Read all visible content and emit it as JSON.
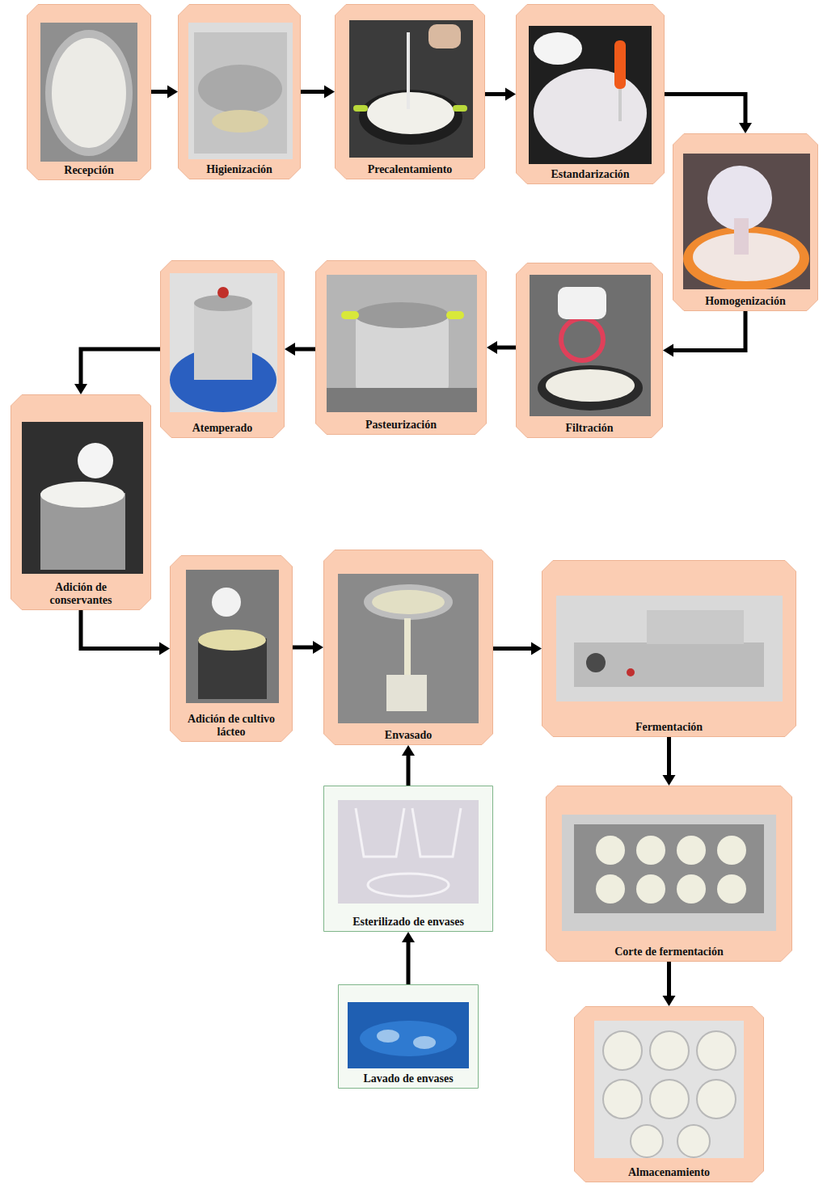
{
  "diagram": {
    "nodes": [
      {
        "text": [
          "Recepción"
        ]
      },
      {
        "text": [
          "Higienización"
        ]
      },
      {
        "text": [
          "Precalentamiento"
        ]
      },
      {
        "text": [
          "Estandarización"
        ]
      },
      {
        "text": [
          "Homogenización"
        ]
      },
      {
        "text": [
          "Filtración"
        ]
      },
      {
        "text": [
          "Pasteurización"
        ]
      },
      {
        "text": [
          "Atemperado"
        ]
      },
      {
        "text": [
          "Adición de conservantes"
        ]
      },
      {
        "text": [
          "Adición de cultivo lácteo"
        ]
      },
      {
        "text": [
          "Envasado"
        ]
      },
      {
        "text": [
          "Fermentación"
        ]
      },
      {
        "text": [
          "Corte de fermentación"
        ]
      },
      {
        "text": [
          "Almacenamiento"
        ]
      },
      {
        "text": [
          "Lavado de envases"
        ]
      },
      {
        "text": [
          "Esterilizado de envases"
        ]
      }
    ],
    "edges": [
      {
        "from": 0,
        "to": 1,
        "arrow": "to"
      },
      {
        "from": 1,
        "to": 2,
        "arrow": "to"
      },
      {
        "from": 2,
        "to": 3,
        "arrow": "to"
      },
      {
        "from": 3,
        "to": 4,
        "arrow": "to"
      },
      {
        "from": 4,
        "to": 5,
        "arrow": "to"
      },
      {
        "from": 5,
        "to": 6,
        "arrow": "to"
      },
      {
        "from": 6,
        "to": 7,
        "arrow": "to"
      },
      {
        "from": 7,
        "to": 8,
        "arrow": "to"
      },
      {
        "from": 8,
        "to": 9,
        "arrow": "to"
      },
      {
        "from": 9,
        "to": 10,
        "arrow": "to"
      },
      {
        "from": 10,
        "to": 11,
        "arrow": "to"
      },
      {
        "from": 11,
        "to": 12,
        "arrow": "to"
      },
      {
        "from": 12,
        "to": 13,
        "arrow": "to"
      },
      {
        "from": 14,
        "to": 15,
        "arrow": "to"
      },
      {
        "from": 15,
        "to": 10,
        "arrow": "to"
      }
    ]
  }
}
